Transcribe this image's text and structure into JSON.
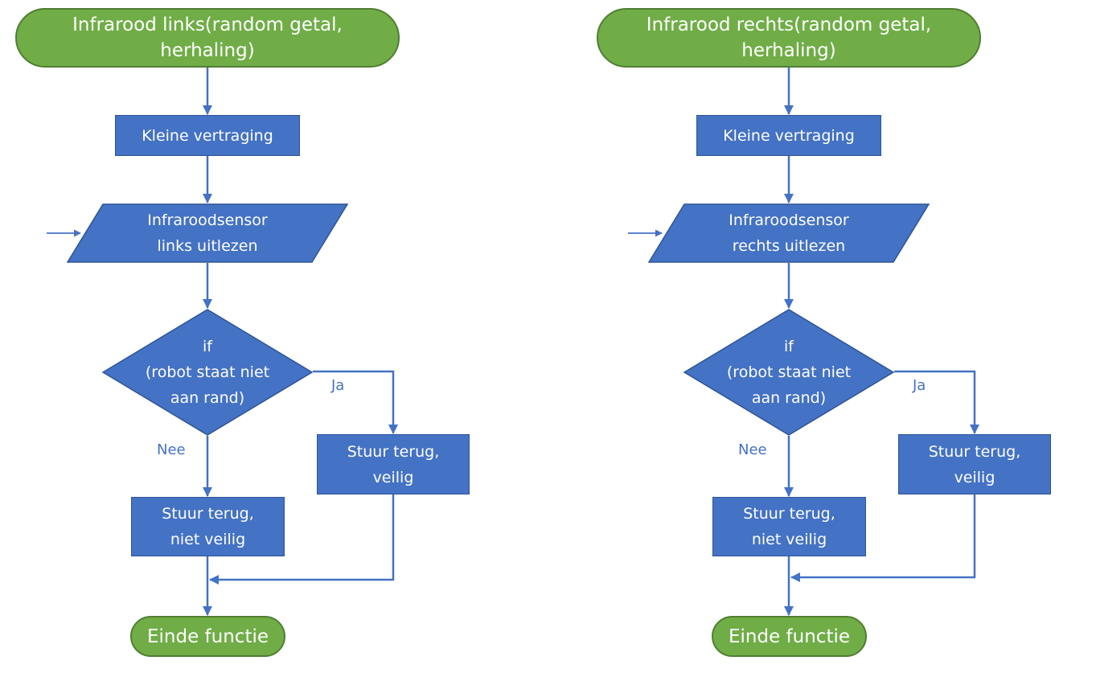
{
  "colors": {
    "terminal": "#70ad47",
    "terminal_border": "#507e32",
    "process": "#4472c4",
    "process_border": "#2f5597",
    "connector": "#4472c4",
    "edge_label": "#4472c4"
  },
  "flowcharts": [
    {
      "start": "Infrarood links(random getal,\nherhaling)",
      "delay": "Kleine vertraging",
      "read_sensor": "Infraroodsensor\nlinks uitlezen",
      "decision": "if\n(robot staat niet\naan rand)",
      "label_yes": "Ja",
      "label_no": "Nee",
      "safe_return": "Stuur terug,\nveilig",
      "unsafe_return": "Stuur terug,\nniet veilig",
      "end": "Einde functie"
    },
    {
      "start": "Infrarood rechts(random getal,\nherhaling)",
      "delay": "Kleine vertraging",
      "read_sensor": "Infraroodsensor\nrechts uitlezen",
      "decision": "if\n(robot staat niet\naan rand)",
      "label_yes": "Ja",
      "label_no": "Nee",
      "safe_return": "Stuur terug,\nveilig",
      "unsafe_return": "Stuur terug,\nniet veilig",
      "end": "Einde functie"
    }
  ]
}
